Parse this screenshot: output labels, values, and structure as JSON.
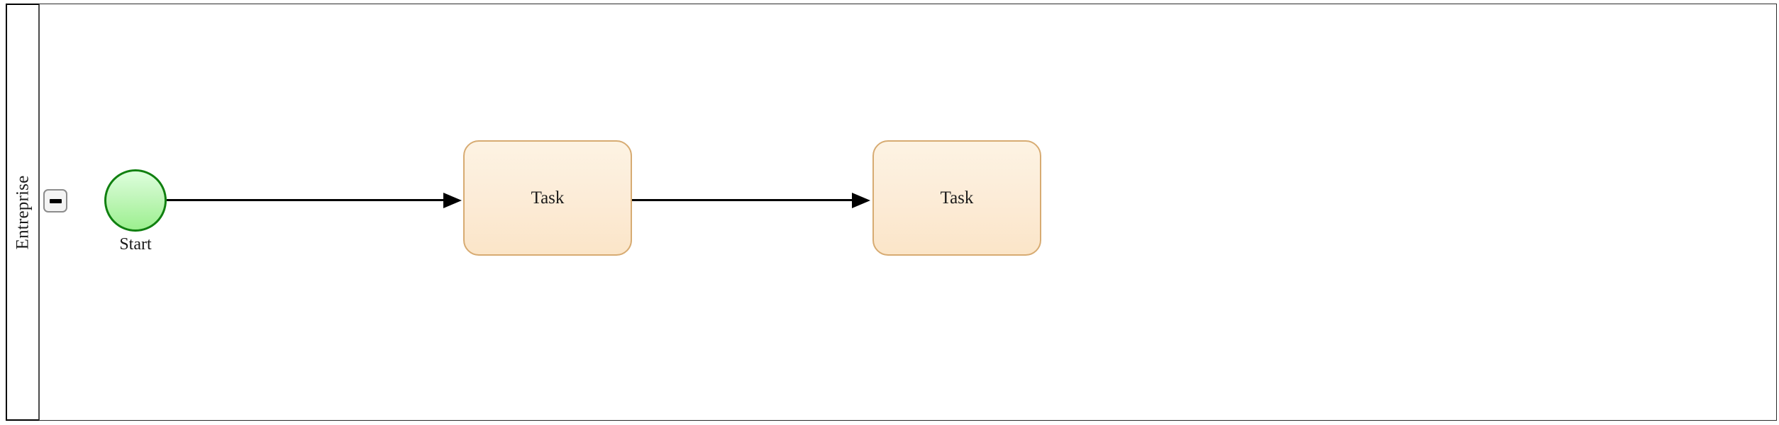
{
  "diagram": {
    "type": "bpmn-process",
    "pool": {
      "name": "Entreprise",
      "collapse_control": {
        "icon": "minus-icon",
        "state": "expanded",
        "label": "−"
      }
    },
    "nodes": [
      {
        "id": "start-event",
        "type": "start-event",
        "label": "Start",
        "shape": "circle",
        "fill": "#c6f7c0",
        "stroke": "#108010"
      },
      {
        "id": "task-1",
        "type": "task",
        "label": "Task",
        "shape": "rounded-rect",
        "fill": "#fcecd8",
        "stroke": "#d7ab72"
      },
      {
        "id": "task-2",
        "type": "task",
        "label": "Task",
        "shape": "rounded-rect",
        "fill": "#fcecd8",
        "stroke": "#d7ab72"
      }
    ],
    "flows": [
      {
        "id": "flow-1",
        "from": "start-event",
        "to": "task-1",
        "type": "sequence-flow"
      },
      {
        "id": "flow-2",
        "from": "task-1",
        "to": "task-2",
        "type": "sequence-flow"
      }
    ],
    "colors": {
      "canvas": "#ffffff",
      "pool_border": "#2b2b2b",
      "lane_border": "#000000",
      "flow": "#000000",
      "start_fill": "#c6f7c0",
      "start_stroke": "#108010",
      "task_fill": "#fcecd8",
      "task_stroke": "#d7ab72",
      "button_fill": "#f4f4f4",
      "button_stroke": "#8c8c8c"
    }
  }
}
